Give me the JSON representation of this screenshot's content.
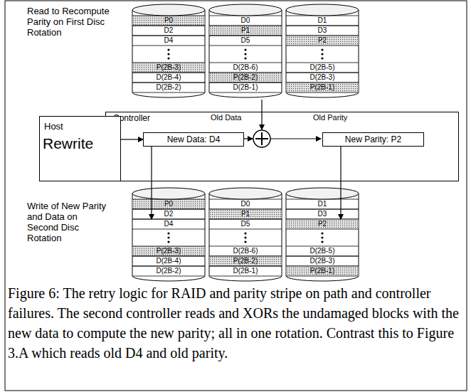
{
  "diagram": {
    "caption": "Figure 6: The retry logic for RAID and parity stripe on path and controller failures. The second controller reads and XORs the undamaged blocks with the new data to compute the new parity; all in one rotation. Contrast this to Figure 3.A which reads old D4 and old parity.",
    "nodes": [
      {
        "text": [
          "P0"
        ]
      },
      {
        "text": [
          "D2"
        ]
      },
      {
        "text": [
          "D4"
        ]
      },
      {
        "text": [
          "P(2B-3)"
        ]
      },
      {
        "text": [
          "D(2B-4)"
        ]
      },
      {
        "text": [
          "D(2B-2)"
        ]
      },
      {
        "text": [
          "D0"
        ]
      },
      {
        "text": [
          "P1"
        ]
      },
      {
        "text": [
          "D5"
        ]
      },
      {
        "text": [
          "D(2B-6)"
        ]
      },
      {
        "text": [
          "P(2B-2)"
        ]
      },
      {
        "text": [
          "D(2B-1)"
        ]
      },
      {
        "text": [
          "D1"
        ]
      },
      {
        "text": [
          "D3"
        ]
      },
      {
        "text": [
          "P2"
        ]
      },
      {
        "text": [
          "D(2B-5)"
        ]
      },
      {
        "text": [
          "D(2B-3)"
        ]
      },
      {
        "text": [
          "P(2B-1)"
        ]
      },
      {
        "text": [
          "Controller"
        ]
      },
      {
        "text": [
          "Host",
          "Rewrite"
        ]
      },
      {
        "text": [
          "New Data: D4"
        ],
        "in": 18
      },
      {
        "text": [
          "New Parity: P2"
        ],
        "in": 18
      },
      {
        "text": [
          "P0"
        ]
      },
      {
        "text": [
          "D2"
        ]
      },
      {
        "text": [
          "D4"
        ]
      },
      {
        "text": [
          "P(2B-3)"
        ]
      },
      {
        "text": [
          "D(2B-4)"
        ]
      },
      {
        "text": [
          "D(2B-2)"
        ]
      },
      {
        "text": [
          "D0"
        ]
      },
      {
        "text": [
          "P1"
        ]
      },
      {
        "text": [
          "D5"
        ]
      },
      {
        "text": [
          "D(2B-6)"
        ]
      },
      {
        "text": [
          "P(2B-2)"
        ]
      },
      {
        "text": [
          "D(2B-1)"
        ]
      },
      {
        "text": [
          "D1"
        ]
      },
      {
        "text": [
          "D3"
        ]
      },
      {
        "text": [
          "P2"
        ]
      },
      {
        "text": [
          "D(2B-5)"
        ]
      },
      {
        "text": [
          "D(2B-3)"
        ]
      },
      {
        "text": [
          "P(2B-1)"
        ]
      }
    ],
    "edges": [
      {
        "from": 19,
        "to": 20,
        "arrow": "to"
      },
      {
        "from": 20,
        "to": 24,
        "arrow": "to"
      },
      {
        "from": 21,
        "to": 36,
        "arrow": "to"
      }
    ],
    "labels": [
      "Read to Recompute Parity on First Disc Rotation",
      "Old Data",
      "Old Parity",
      "Write of New Parity and Data on Second Disc Rotation"
    ]
  }
}
